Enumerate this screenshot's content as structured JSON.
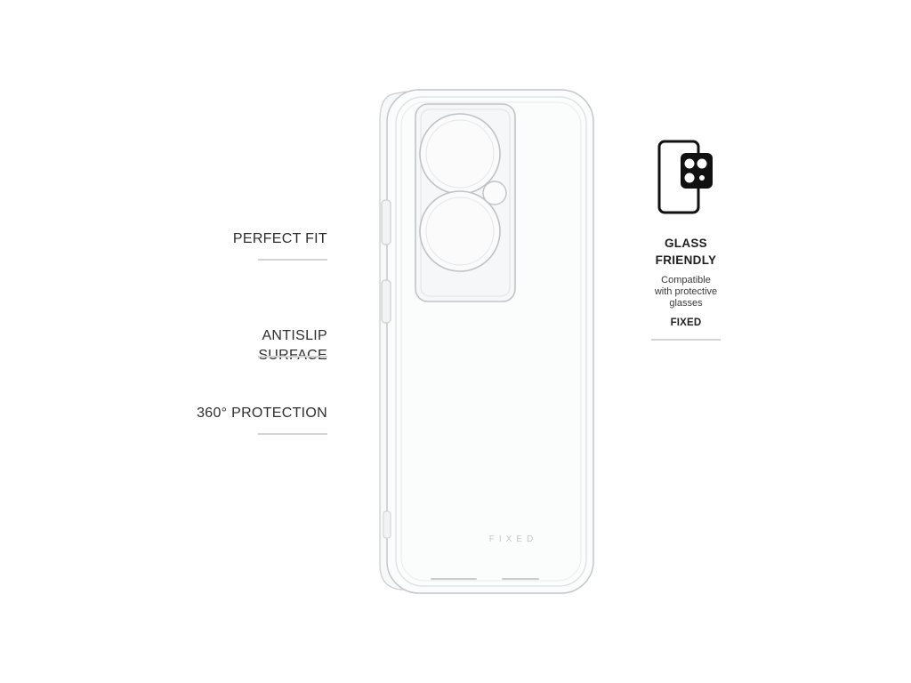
{
  "features": [
    {
      "label": "PERFECT FIT"
    },
    {
      "label": "ANTISLIP\nSURFACE"
    },
    {
      "label": "360° PROTECTION"
    }
  ],
  "product": {
    "case_logo_text": "FIXED"
  },
  "glass_badge": {
    "icon": "phone-with-camera-glass-icon",
    "title": "GLASS\nFRIENDLY",
    "description": "Compatible\nwith protective\nglasses",
    "brand": "FIXED"
  }
}
